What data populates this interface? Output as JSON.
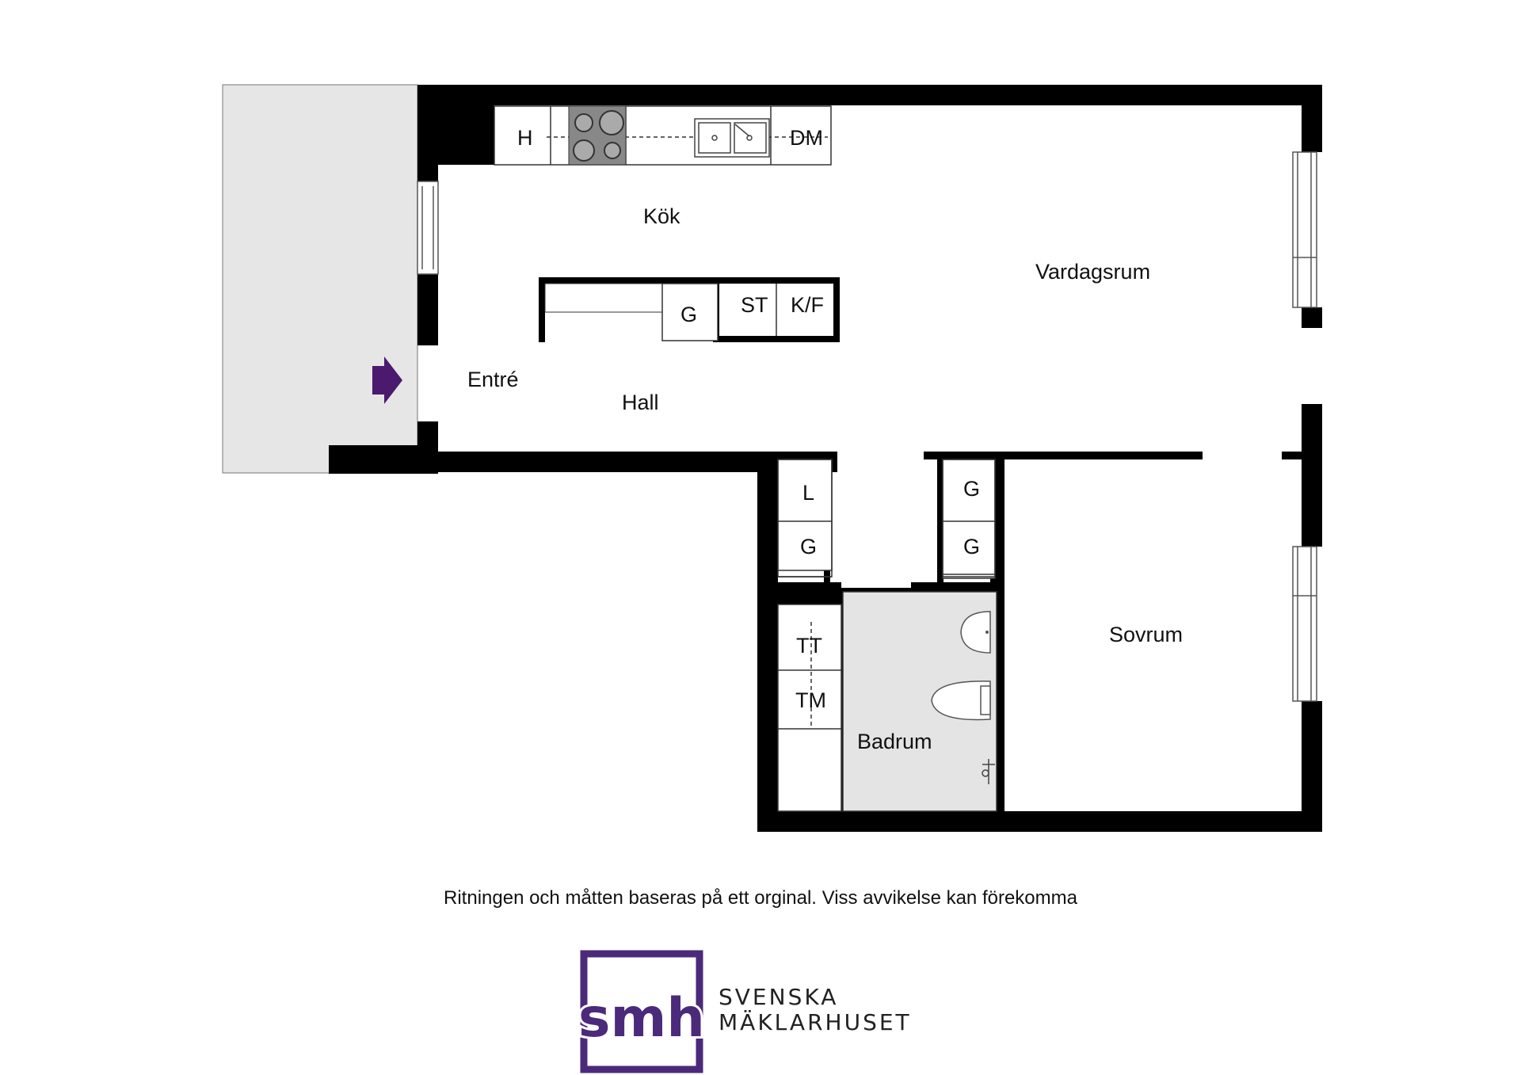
{
  "rooms": {
    "kok": "Kök",
    "vardagsrum": "Vardagsrum",
    "entre": "Entré",
    "hall": "Hall",
    "sovrum": "Sovrum",
    "badrum": "Badrum"
  },
  "fixtures": {
    "h": "H",
    "dm": "DM",
    "g_island": "G",
    "st": "ST",
    "kf": "K/F",
    "l": "L",
    "g_left": "G",
    "g_right_top": "G",
    "g_right_bottom": "G",
    "tt": "TT",
    "tm": "TM"
  },
  "disclaimer": "Ritningen och måtten baseras på ett orginal. Viss avvikelse kan förekomma",
  "logo": {
    "mark": "smh",
    "line1": "SVENSKA",
    "line2": "MÄKLARHUSET",
    "color": "#4b2a7b"
  },
  "colors": {
    "wall": "#000000",
    "balcony": "#e6e6e6",
    "bathroom_floor": "#e4e4e4",
    "entry_arrow": "#4b1a6e"
  }
}
